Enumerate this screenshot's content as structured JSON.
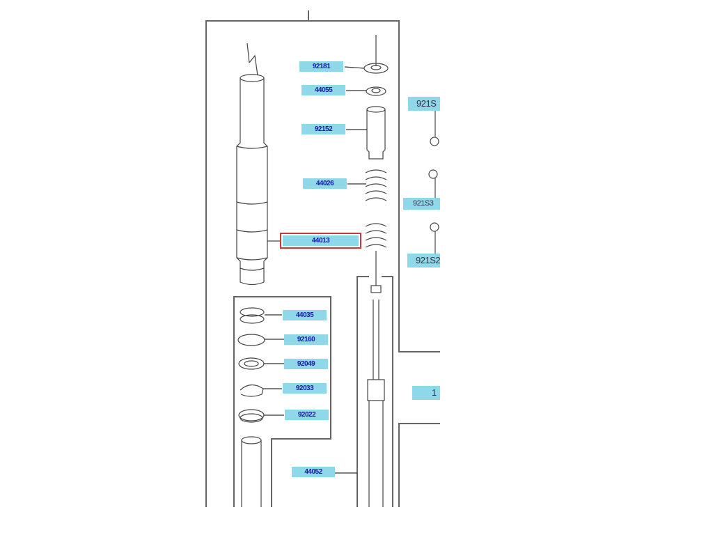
{
  "diagram": {
    "labels": {
      "p1": "92181",
      "p2": "44055",
      "p3": "92152",
      "p4": "44026",
      "p5": "44013",
      "p6": "44035",
      "p7": "92160",
      "p8": "92049",
      "p9": "92033",
      "p10": "92022",
      "p11": "44052",
      "r1": "921S",
      "r2": "921S3",
      "r3": "921S2",
      "r4": "1"
    },
    "highlight_color": "#c83a3a",
    "label_color": "#8fd8ea"
  }
}
